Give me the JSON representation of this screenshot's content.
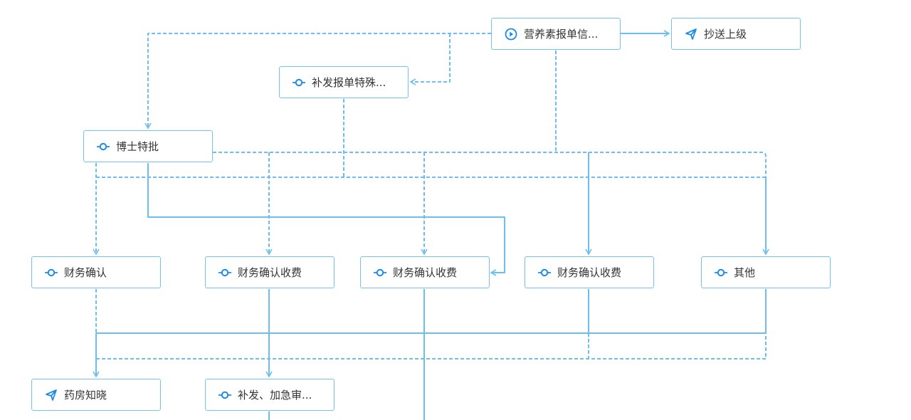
{
  "colors": {
    "line": "#6cbdf0",
    "icon": "#1a8be8",
    "border": "#74c2f2",
    "text": "#333333"
  },
  "nodes": {
    "start": {
      "label": "营养素报单信...",
      "icon": "play-circle-icon"
    },
    "cc_super": {
      "label": "抄送上级",
      "icon": "send-icon"
    },
    "reissue": {
      "label": "补发报单特殊...",
      "icon": "node-icon"
    },
    "phd": {
      "label": "博士特批",
      "icon": "node-icon"
    },
    "fin1": {
      "label": "财务确认",
      "icon": "node-icon"
    },
    "fin2": {
      "label": "财务确认收费",
      "icon": "node-icon"
    },
    "fin3": {
      "label": "财务确认收费",
      "icon": "node-icon"
    },
    "fin4": {
      "label": "财务确认收费",
      "icon": "node-icon"
    },
    "other": {
      "label": "其他",
      "icon": "node-icon"
    },
    "pharmacy": {
      "label": "药房知晓",
      "icon": "send-icon"
    },
    "urgent": {
      "label": "补发、加急审...",
      "icon": "node-icon"
    }
  }
}
